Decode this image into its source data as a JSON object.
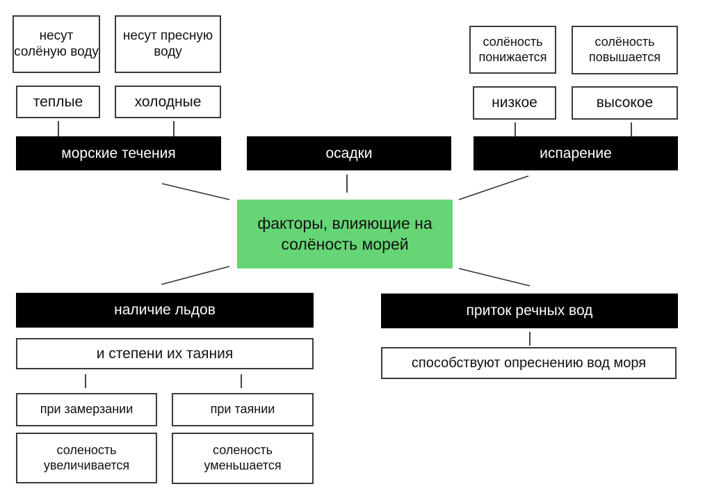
{
  "diagram": {
    "center": {
      "label": "факторы, влияющие на солёность морей",
      "color": "#66d575"
    },
    "sea_currents": {
      "label": "морские течения",
      "branches": [
        {
          "type": "теплые",
          "effect": "несут солёную воду"
        },
        {
          "type": "холодные",
          "effect": "несут пресную воду"
        }
      ]
    },
    "precipitation": {
      "label": "осадки"
    },
    "evaporation": {
      "label": "испарение",
      "branches": [
        {
          "type": "низкое",
          "effect": "солёность понижается"
        },
        {
          "type": "высокое",
          "effect": "солёность повышается"
        }
      ]
    },
    "ice": {
      "label": "наличие льдов",
      "sub_label": "и степени их таяния",
      "branches": [
        {
          "condition": "при замерзании",
          "effect": "соленость увеличивается"
        },
        {
          "condition": "при таянии",
          "effect": "соленость уменьшается"
        }
      ]
    },
    "river_inflow": {
      "label": "приток речных вод",
      "effect": "способствуют опреснению вод моря"
    }
  }
}
